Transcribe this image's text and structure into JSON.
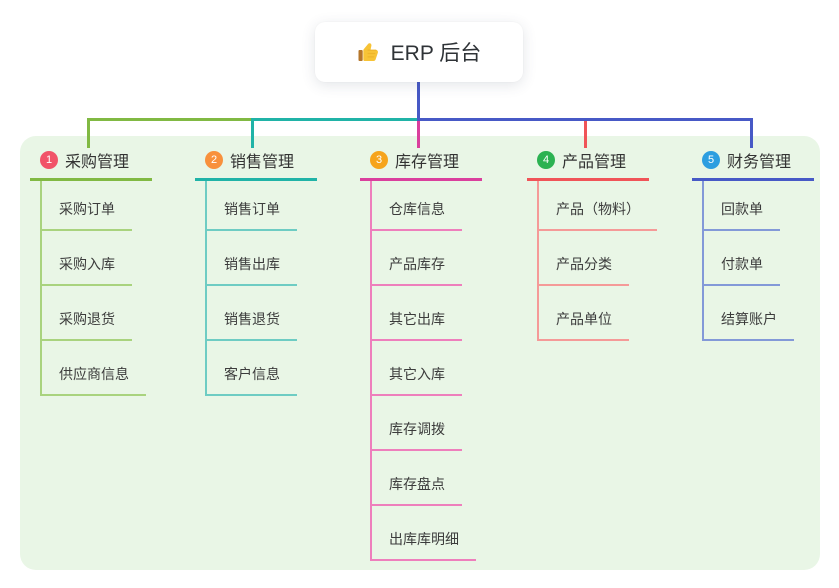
{
  "root": {
    "label": "ERP 后台",
    "icon": "thumbs-up-icon"
  },
  "panel": {
    "bg": "#e9f6e6"
  },
  "connector": {
    "root_line_color": "#4759c6"
  },
  "branches": [
    {
      "badge": "1",
      "label": "采购管理",
      "colors": {
        "badge": "#f15368",
        "line": "#81b943",
        "child_line": "#a9d37e"
      },
      "children": [
        "采购订单",
        "采购入库",
        "采购退货",
        "供应商信息"
      ]
    },
    {
      "badge": "2",
      "label": "销售管理",
      "colors": {
        "badge": "#f8913c",
        "line": "#20b3a7",
        "child_line": "#6eccc3"
      },
      "children": [
        "销售订单",
        "销售出库",
        "销售退货",
        "客户信息"
      ]
    },
    {
      "badge": "3",
      "label": "库存管理",
      "colors": {
        "badge": "#f6a41c",
        "line": "#da3f9d",
        "child_line": "#ee7fbc"
      },
      "children": [
        "仓库信息",
        "产品库存",
        "其它出库",
        "其它入库",
        "库存调拨",
        "库存盘点",
        "出库库明细"
      ]
    },
    {
      "badge": "4",
      "label": "产品管理",
      "colors": {
        "badge": "#2cb252",
        "line": "#f05458",
        "child_line": "#f59a98"
      },
      "children": [
        "产品（物料）",
        "产品分类",
        "产品单位"
      ]
    },
    {
      "badge": "5",
      "label": "财务管理",
      "colors": {
        "badge": "#2d9ee0",
        "line": "#4759c6",
        "child_line": "#8399d8"
      },
      "children": [
        "回款单",
        "付款单",
        "结算账户"
      ]
    }
  ]
}
